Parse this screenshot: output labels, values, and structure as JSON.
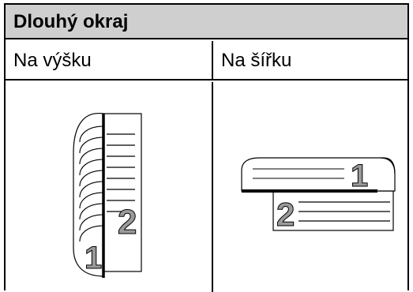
{
  "header": {
    "title": "Dlouhý okraj"
  },
  "columns": [
    {
      "label": "Na výšku"
    },
    {
      "label": "Na šířku"
    }
  ],
  "illustrations": {
    "portrait": {
      "front_page_number": "1",
      "back_page_number": "2"
    },
    "landscape": {
      "front_page_number": "1",
      "back_page_number": "2"
    }
  }
}
